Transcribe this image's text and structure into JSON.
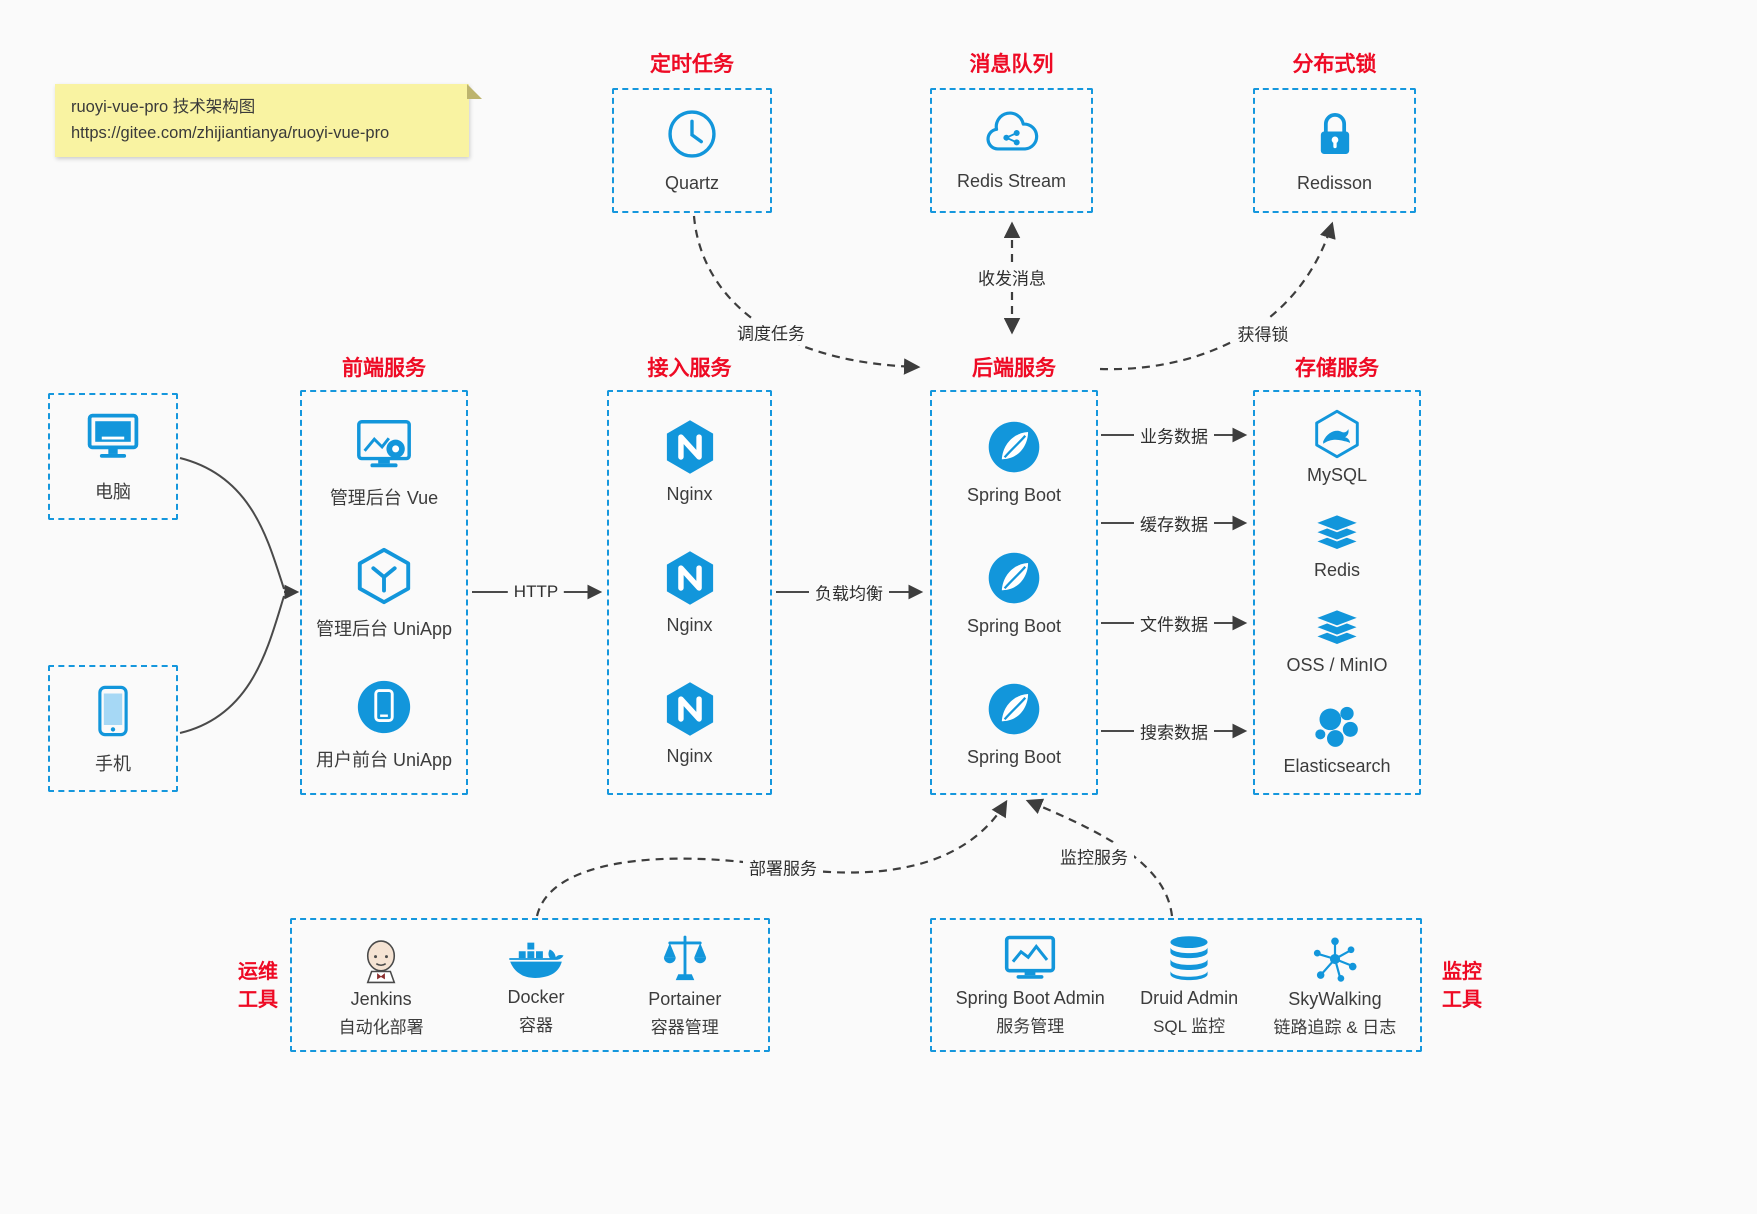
{
  "diagram_title": "ruoyi-vue-pro 技术架构图",
  "colors": {
    "icon_blue": "#1296db",
    "border_blue": "#1597dd",
    "title_red": "#ee0a24",
    "note_yellow": "#f9f3a2",
    "arrow_gray": "#3d3d3d"
  },
  "note": {
    "line1": "ruoyi-vue-pro 技术架构图",
    "line2": "https://gitee.com/zhijiantianya/ruoyi-vue-pro"
  },
  "top_services": [
    {
      "title": "定时任务",
      "label": "Quartz"
    },
    {
      "title": "消息队列",
      "label": "Redis Stream"
    },
    {
      "title": "分布式锁",
      "label": "Redisson"
    }
  ],
  "clients": [
    {
      "label": "电脑"
    },
    {
      "label": "手机"
    }
  ],
  "columns": {
    "frontend": {
      "title": "前端服务",
      "items": [
        {
          "label": "管理后台 Vue"
        },
        {
          "label": "管理后台 UniApp"
        },
        {
          "label": "用户前台 UniApp"
        }
      ]
    },
    "access": {
      "title": "接入服务",
      "items": [
        {
          "label": "Nginx"
        },
        {
          "label": "Nginx"
        },
        {
          "label": "Nginx"
        }
      ]
    },
    "backend": {
      "title": "后端服务",
      "items": [
        {
          "label": "Spring Boot"
        },
        {
          "label": "Spring Boot"
        },
        {
          "label": "Spring Boot"
        }
      ]
    },
    "storage": {
      "title": "存储服务",
      "items": [
        {
          "label": "MySQL"
        },
        {
          "label": "Redis"
        },
        {
          "label": "OSS / MinIO"
        },
        {
          "label": "Elasticsearch"
        }
      ]
    }
  },
  "bottom": {
    "ops": {
      "title_line1": "运维",
      "title_line2": "工具",
      "items": [
        {
          "label": "Jenkins",
          "sublabel": "自动化部署"
        },
        {
          "label": "Docker",
          "sublabel": "容器"
        },
        {
          "label": "Portainer",
          "sublabel": "容器管理"
        }
      ]
    },
    "monitor": {
      "title_line1": "监控",
      "title_line2": "工具",
      "items": [
        {
          "label": "Spring Boot Admin",
          "sublabel": "服务管理"
        },
        {
          "label": "Druid Admin",
          "sublabel": "SQL 监控"
        },
        {
          "label": "SkyWalking",
          "sublabel": "链路追踪 & 日志"
        }
      ]
    }
  },
  "edges": {
    "http": "HTTP",
    "load_balance": "负载均衡",
    "schedule": "调度任务",
    "messages": "收发消息",
    "lock": "获得锁",
    "business_data": "业务数据",
    "cache_data": "缓存数据",
    "file_data": "文件数据",
    "search_data": "搜索数据",
    "deploy": "部署服务",
    "monitor": "监控服务"
  }
}
